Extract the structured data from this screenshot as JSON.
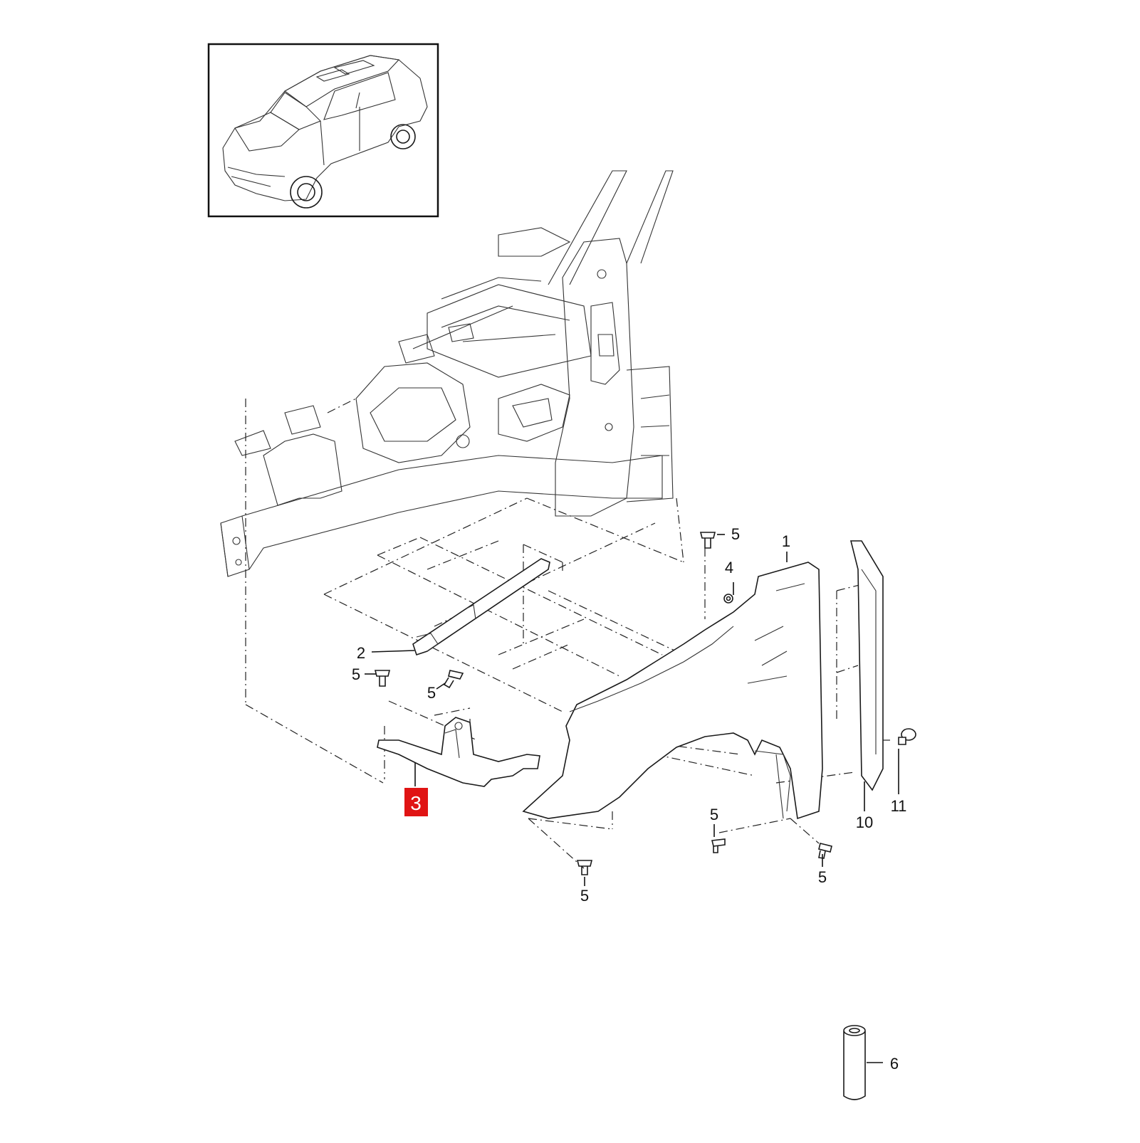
{
  "diagram": {
    "callouts": [
      {
        "id": "c1",
        "text": "1"
      },
      {
        "id": "c2",
        "text": "2"
      },
      {
        "id": "c3",
        "text": "3",
        "highlight": true
      },
      {
        "id": "c4",
        "text": "4"
      },
      {
        "id": "c5a",
        "text": "5"
      },
      {
        "id": "c5b",
        "text": "5"
      },
      {
        "id": "c5c",
        "text": "5"
      },
      {
        "id": "c5d",
        "text": "5"
      },
      {
        "id": "c5e",
        "text": "5"
      },
      {
        "id": "c5f",
        "text": "5"
      },
      {
        "id": "c6",
        "text": "6"
      },
      {
        "id": "c10",
        "text": "10"
      },
      {
        "id": "c11",
        "text": "11"
      }
    ],
    "colors": {
      "line": "#1a1a1a",
      "highlight": "#e01414",
      "background": "#ffffff"
    }
  }
}
